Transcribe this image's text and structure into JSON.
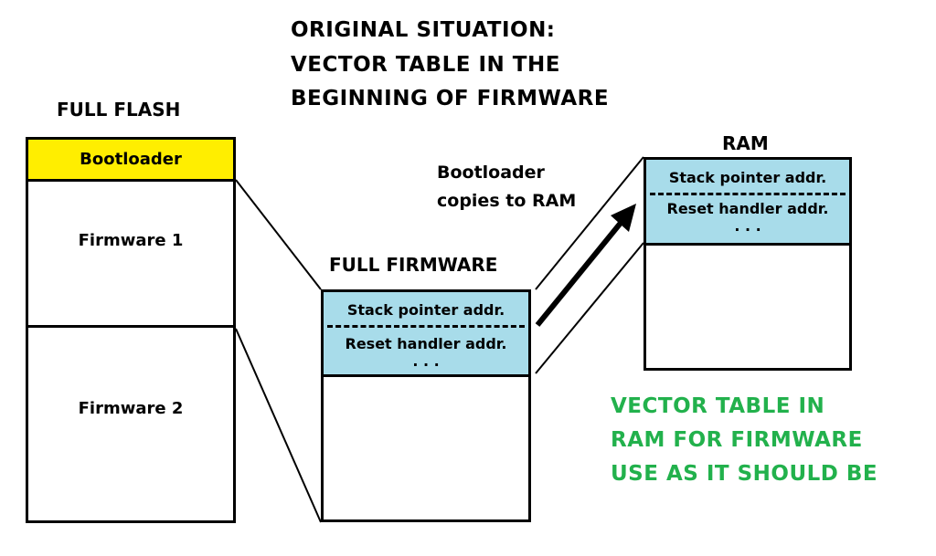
{
  "title": {
    "line1": "ORIGINAL SITUATION:",
    "line2": "VECTOR TABLE IN THE",
    "line3": "BEGINNING OF FIRMWARE"
  },
  "flash": {
    "heading": "FULL FLASH",
    "bootloader": "Bootloader",
    "firmware1": "Firmware 1",
    "firmware2": "Firmware 2"
  },
  "firmware": {
    "heading": "FULL FIRMWARE",
    "stack_pointer": "Stack pointer addr.",
    "reset_handler": "Reset handler addr.",
    "ellipsis": ". . ."
  },
  "ram": {
    "heading": "RAM",
    "stack_pointer": "Stack pointer addr.",
    "reset_handler": "Reset handler addr.",
    "ellipsis": ". . ."
  },
  "copy_note": {
    "line1": "Bootloader",
    "line2": "copies to RAM"
  },
  "conclusion": {
    "line1": "VECTOR TABLE IN",
    "line2": "RAM FOR FIRMWARE",
    "line3": "USE AS IT SHOULD BE"
  },
  "colors": {
    "bootloader_fill": "#ffee00",
    "vector_table_fill": "#a8dcea",
    "conclusion_text": "#22b14c"
  }
}
